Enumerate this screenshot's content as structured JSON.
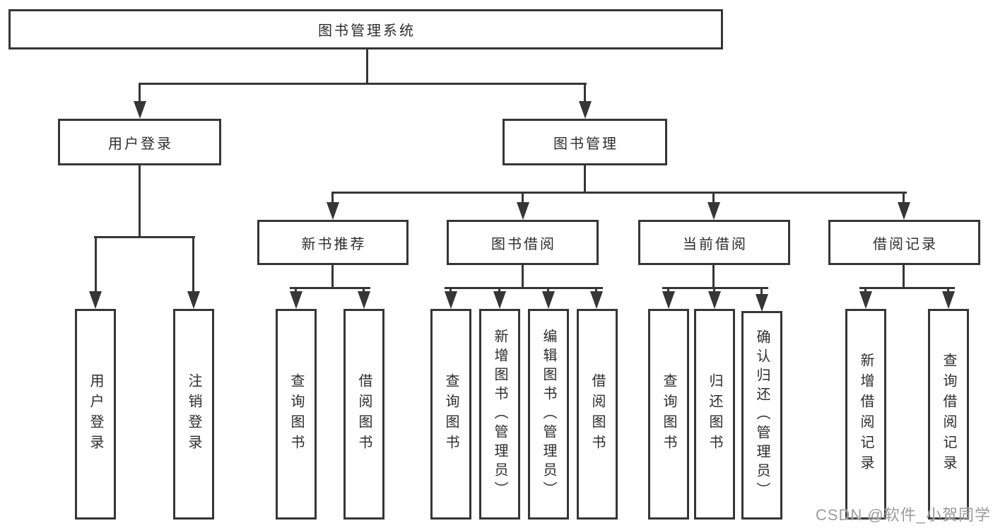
{
  "diagram": {
    "title": "图书管理系统",
    "branches": {
      "user_login": {
        "label": "用户登录",
        "children": [
          "用户登录",
          "注销登录"
        ]
      },
      "book_management": {
        "label": "图书管理",
        "children": {
          "new_book_recommend": {
            "label": "新书推荐",
            "children": [
              "查询图书",
              "借阅图书"
            ]
          },
          "book_borrow": {
            "label": "图书借阅",
            "children": [
              "查询图书",
              "新增图书（管理员）",
              "编辑图书（管理员）",
              "借阅图书"
            ]
          },
          "current_borrow": {
            "label": "当前借阅",
            "children": [
              "查询图书",
              "归还图书",
              "确认归还（管理员）"
            ]
          },
          "borrow_record": {
            "label": "借阅记录",
            "children": [
              "新增借阅记录",
              "查询借阅记录"
            ]
          }
        }
      }
    },
    "watermark": "CSDN @软件_小贺同学",
    "colors": {
      "line": "#363636",
      "text": "#2d2d2d",
      "background": "#ffffff",
      "watermark": "#9b9b9b"
    }
  }
}
